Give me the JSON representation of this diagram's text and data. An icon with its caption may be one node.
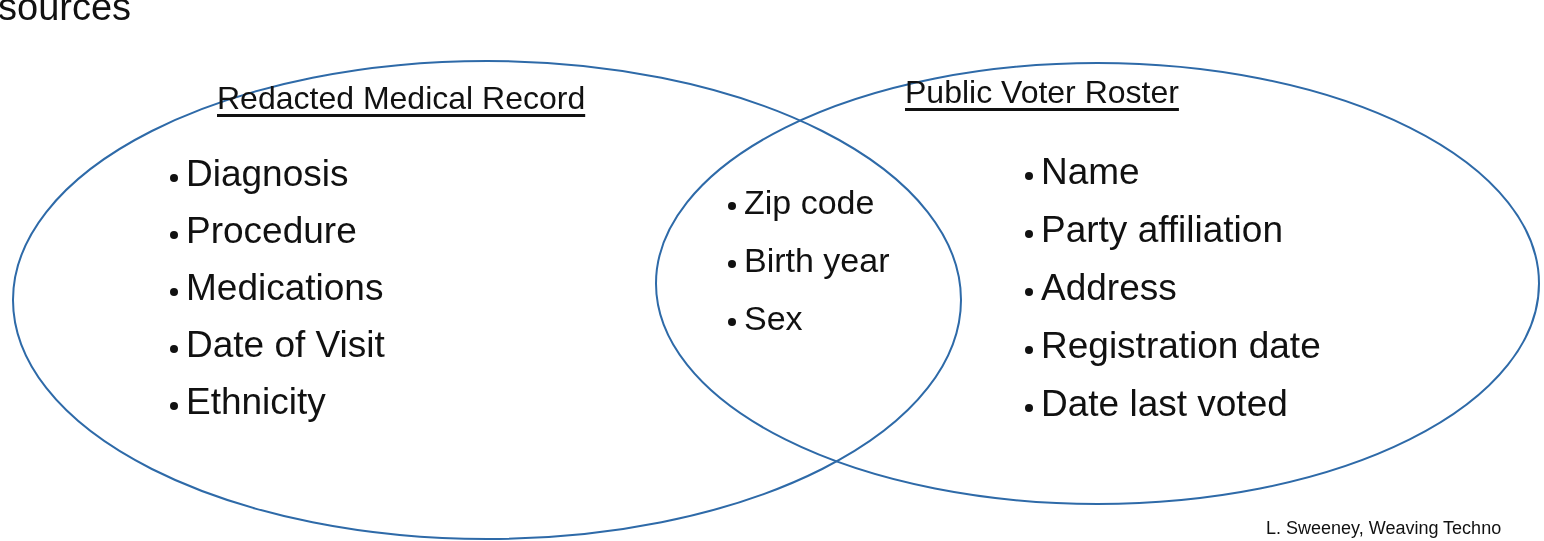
{
  "diagram": {
    "title": "sources",
    "caption": "L. Sweeney, Weaving Techno",
    "nodes": [
      {
        "text": [
          "Redacted Medical Record",
          "Diagnosis",
          "Procedure",
          "Medications",
          "Date of Visit",
          "Ethnicity"
        ]
      },
      {
        "text": [
          "Public Voter Roster",
          "Name",
          "Party affiliation",
          "Address",
          "Registration date",
          "Date last voted"
        ]
      }
    ],
    "labels": [
      "Zip code",
      "Birth year",
      "Sex"
    ]
  }
}
